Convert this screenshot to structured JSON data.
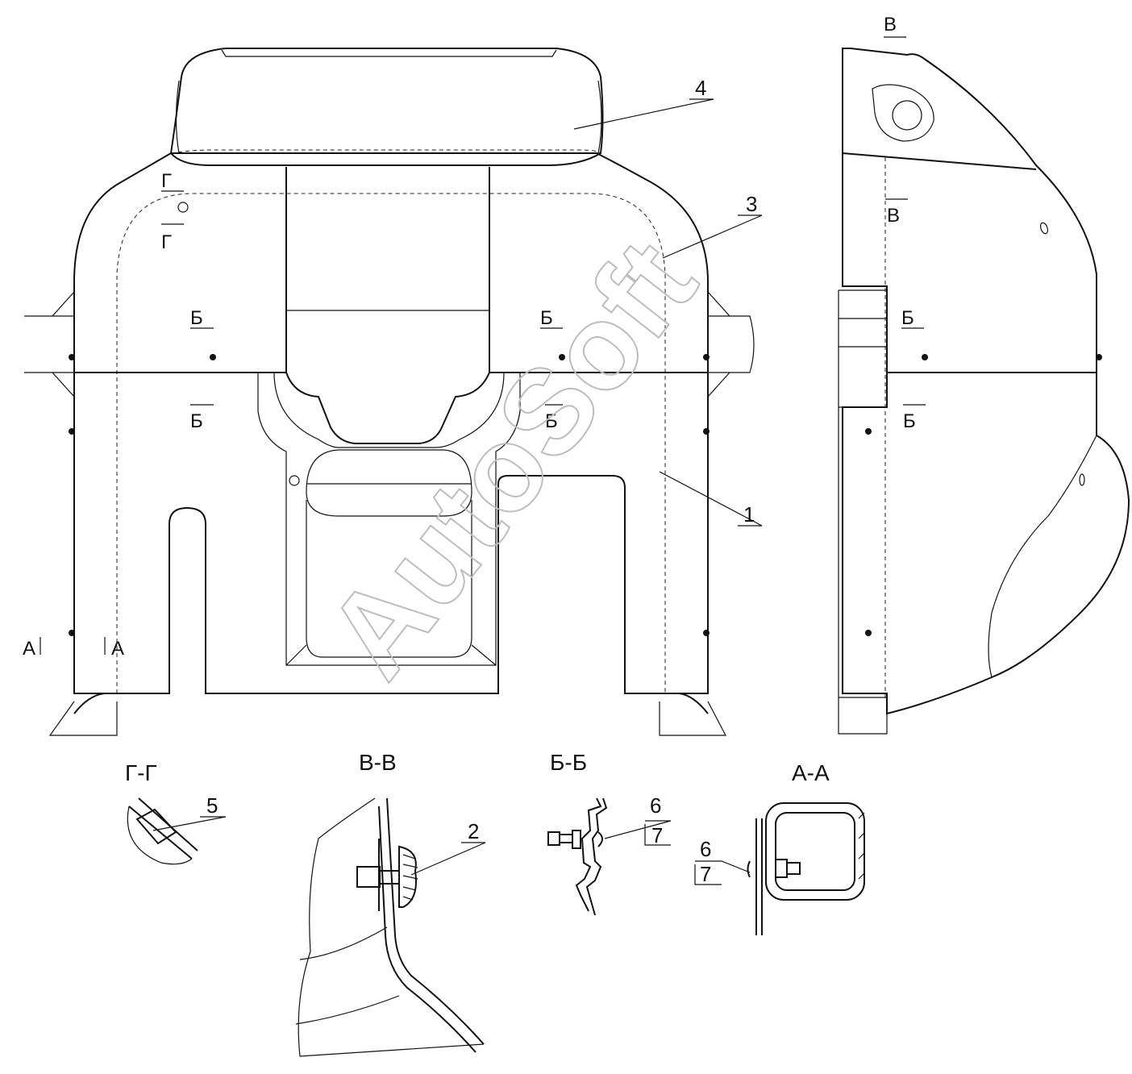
{
  "watermark": "AutoSoft",
  "callouts": {
    "p1": "1",
    "p2": "2",
    "p3": "3",
    "p4": "4",
    "p5": "5",
    "p6a": "6",
    "p7a": "7",
    "p6b": "6",
    "p7b": "7"
  },
  "cut_marks": {
    "g_top": "Г",
    "g_bottom": "Г",
    "b_left_top": "Б",
    "b_right_top": "Б",
    "b_left_bottom": "Б",
    "b_right_bottom": "Б",
    "a_left": "А",
    "a_right": "А",
    "v_top": "В",
    "v_mid": "В",
    "b_side_top": "Б",
    "b_side_bottom": "Б"
  },
  "section_titles": {
    "gg": "Г-Г",
    "vv": "В-В",
    "bb": "Б-Б",
    "aa": "А-А"
  }
}
